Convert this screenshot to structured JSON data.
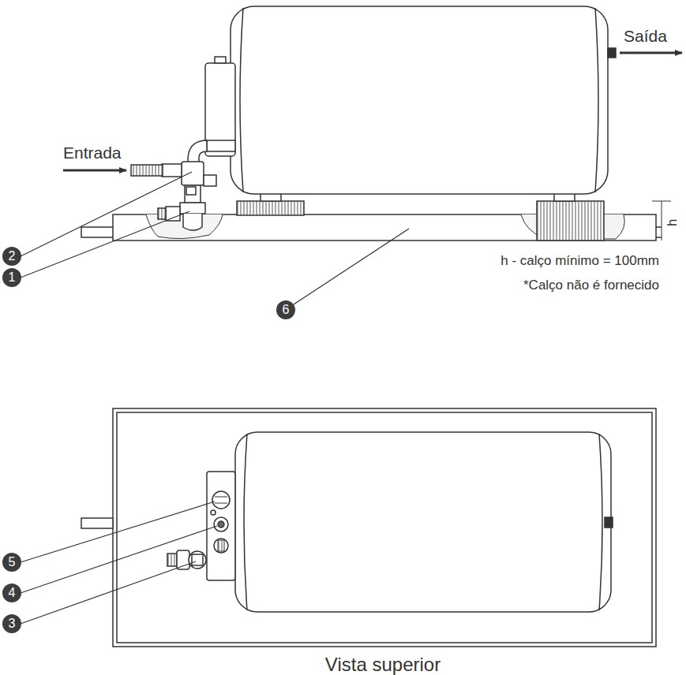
{
  "diagram": {
    "labels": [
      "Saída",
      "Entrada",
      "h",
      "h - calço mínimo = 100mm",
      "*Calço não é fornecido",
      "2",
      "1",
      "6",
      "5",
      "4",
      "3",
      "Vista superior"
    ]
  }
}
